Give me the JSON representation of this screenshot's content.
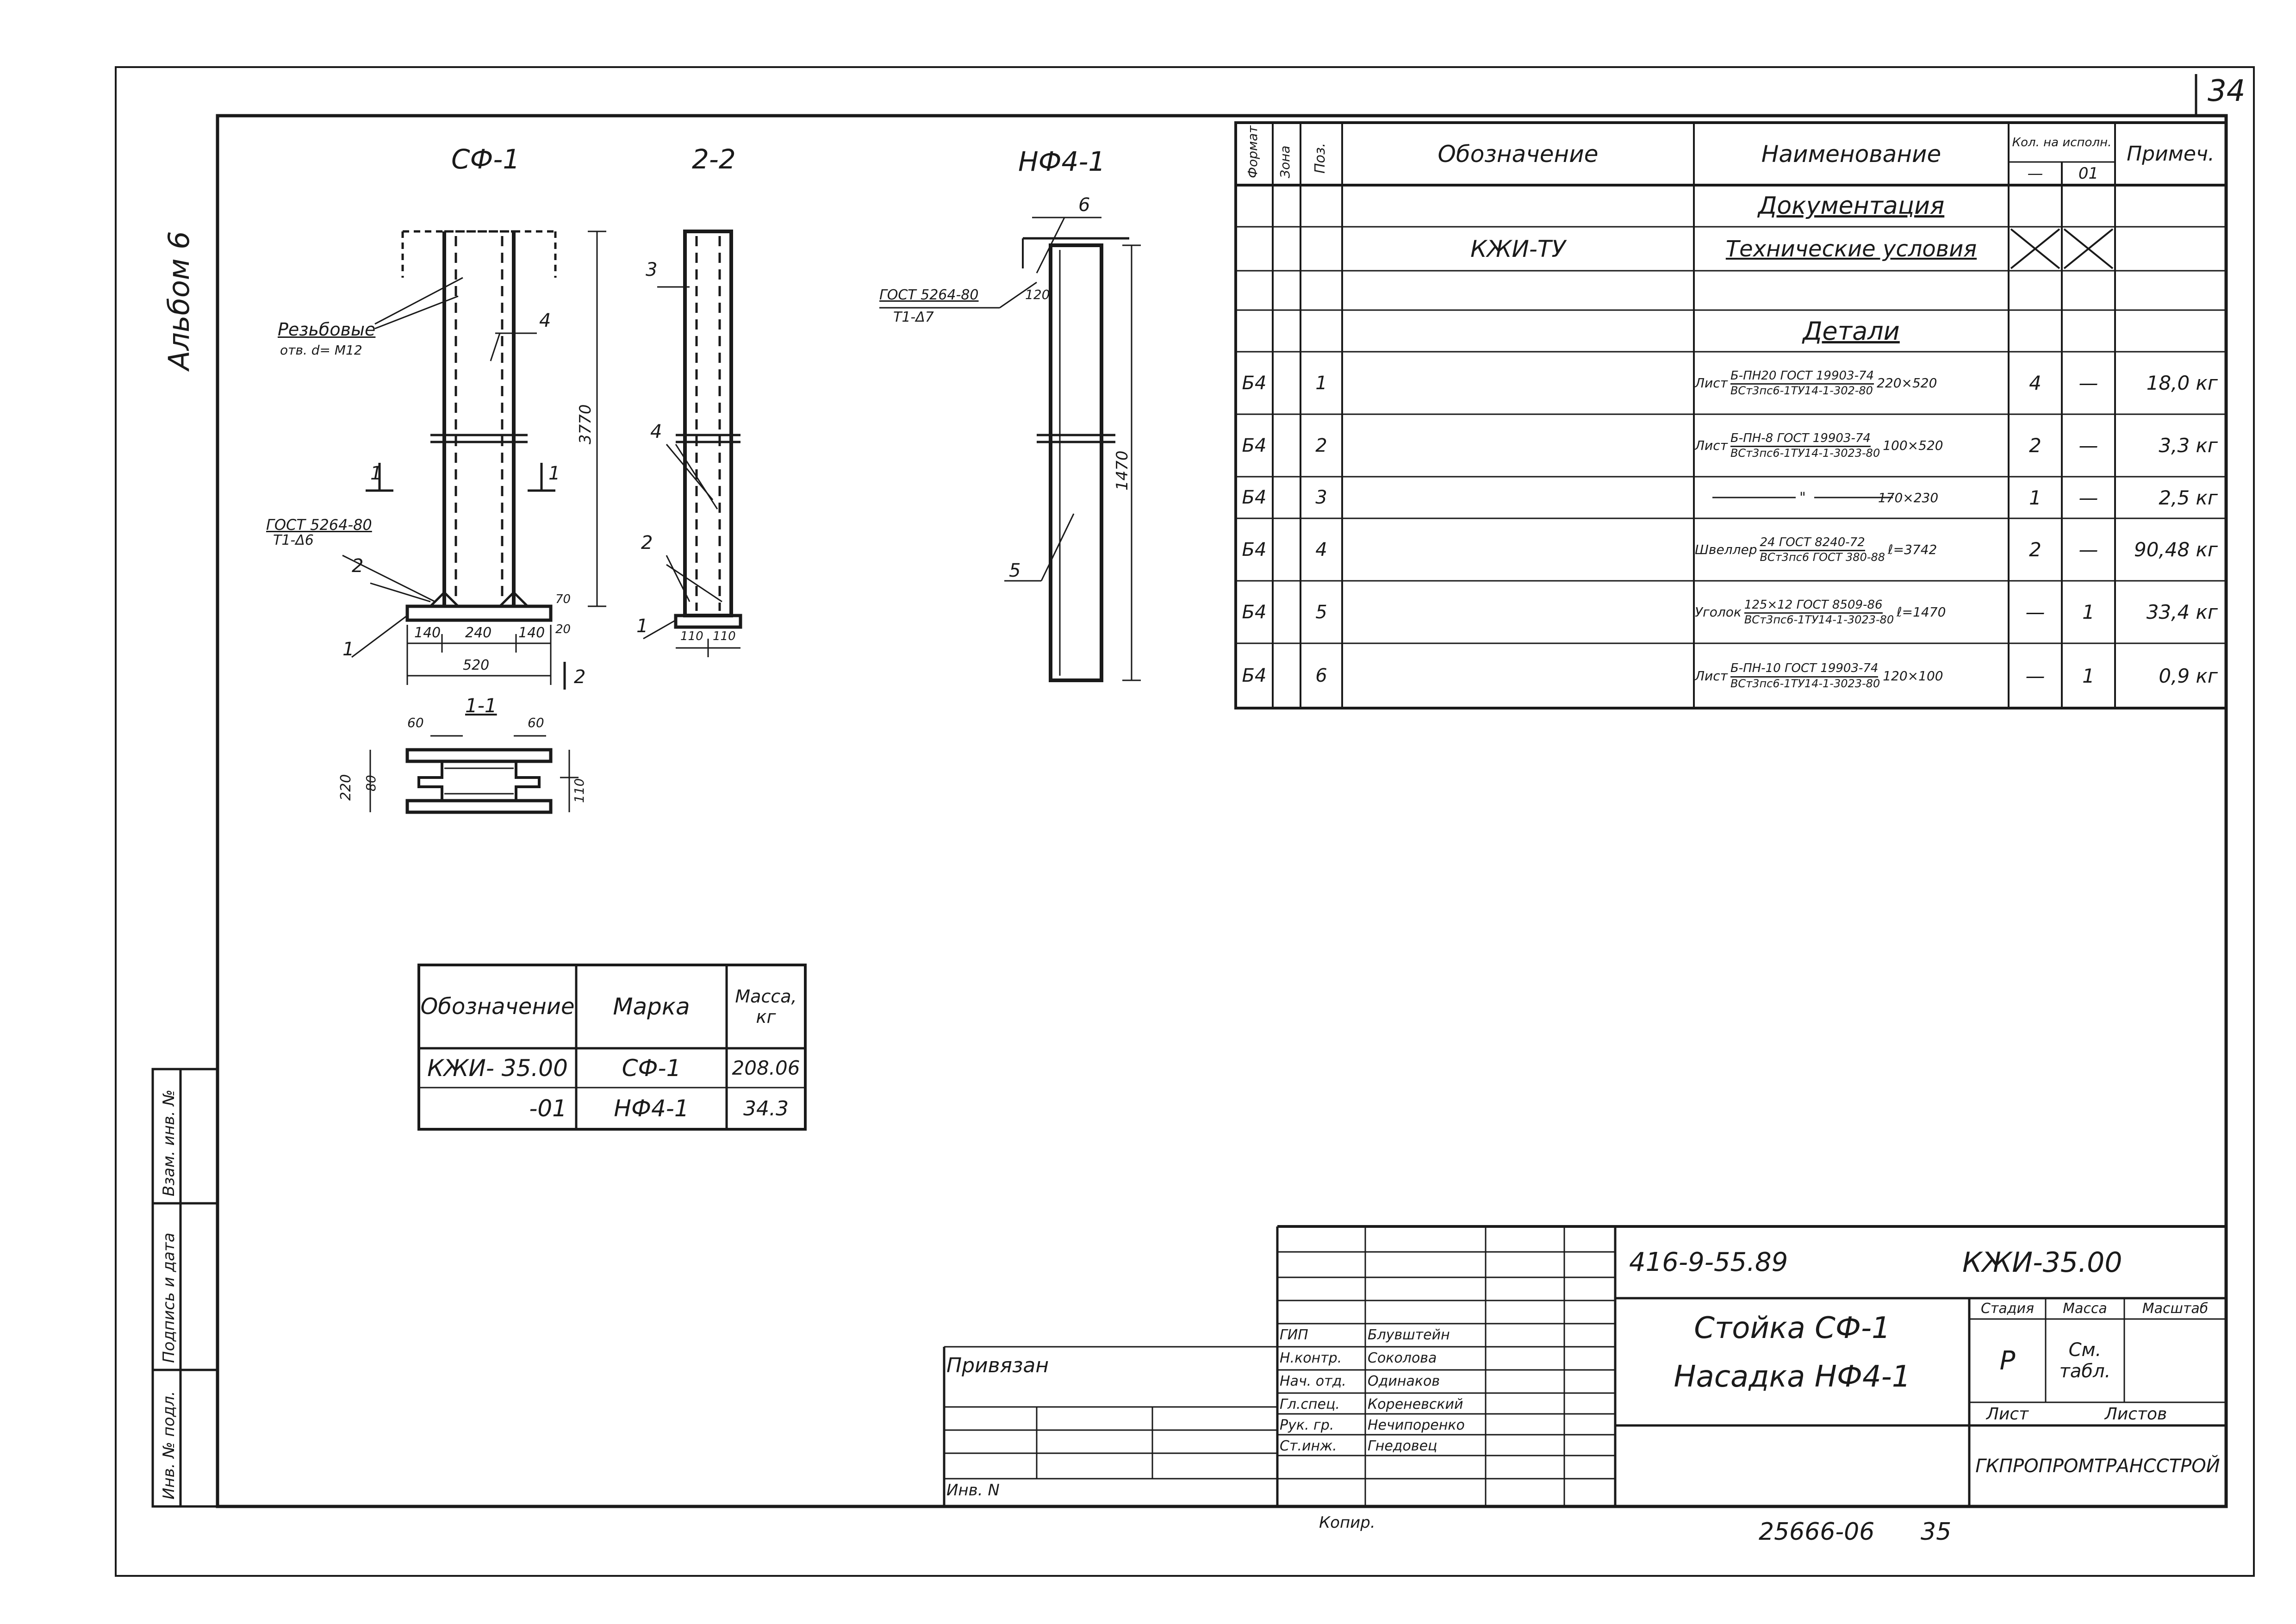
{
  "page_number": "34",
  "album_label": "Альбом 6",
  "views": {
    "sf1_title": "СФ-1",
    "section22_title": "2-2",
    "nf41_title": "НФ4-1",
    "section11_title": "1-1"
  },
  "callouts": {
    "threaded": "Резьбовые",
    "threaded_sub": "отв. d= M12",
    "gost_weld_sf": "ГОСТ 5264-80",
    "gost_weld_sf_sub": "Т1-Δ6",
    "gost_weld_nf": "ГОСТ 5264-80",
    "gost_weld_nf_sub": "Т1-Δ7",
    "dim_120": "120",
    "pos1": "1",
    "pos2": "2",
    "pos3": "3",
    "pos4": "4",
    "pos5": "5",
    "pos6": "6",
    "sec1_left": "1",
    "sec1_right": "1",
    "sec2_right": "2"
  },
  "dimensions": {
    "h_3770": "3770",
    "h_1470": "1470",
    "d_140a": "140",
    "d_240": "240",
    "d_140b": "140",
    "d_520": "520",
    "d_20": "20",
    "d_70": "70",
    "d_110a": "110",
    "d_110b": "110",
    "d_60a": "60",
    "d_60b": "60",
    "d_220": "220",
    "d_80": "80",
    "d_110c": "110"
  },
  "mark_table": {
    "headers": [
      "Обозначение",
      "Марка",
      "Масса, кг"
    ],
    "rows": [
      [
        "КЖИ- 35.00",
        "СФ-1",
        "208.06"
      ],
      [
        "-01",
        "НФ4-1",
        "34.3"
      ]
    ]
  },
  "spec_table": {
    "headers": {
      "format": "Формат",
      "zone": "Зона",
      "pos": "Поз.",
      "designation": "Обозначение",
      "name": "Наименование",
      "qty": "Кол. на исполн.",
      "qty_a": "—",
      "qty_b": "01",
      "note": "Примеч."
    },
    "section_doc": "Документация",
    "doc_row": {
      "designation": "КЖИ-ТУ",
      "name": "Технические условия"
    },
    "section_parts": "Детали",
    "rows": [
      {
        "fmt": "Б4",
        "pos": "1",
        "prefix": "Лист",
        "num": "Б-ПН20 ГОСТ 19903-74",
        "den": "ВСт3пс6-1ТУ14-1-302-80",
        "size": "220×520",
        "qa": "4",
        "qb": "—",
        "note": "18,0 кг"
      },
      {
        "fmt": "Б4",
        "pos": "2",
        "prefix": "Лист",
        "num": "Б-ПН-8 ГОСТ 19903-74",
        "den": "ВСт3пс6-1ТУ14-1-3023-80",
        "size": "100×520",
        "qa": "2",
        "qb": "—",
        "note": "3,3 кг"
      },
      {
        "fmt": "Б4",
        "pos": "3",
        "prefix": "",
        "num": "",
        "den": "",
        "size": "170×230",
        "qa": "1",
        "qb": "—",
        "note": "2,5 кг",
        "ditto": "\""
      },
      {
        "fmt": "Б4",
        "pos": "4",
        "prefix": "Швеллер",
        "num": "24 ГОСТ 8240-72",
        "den": "ВСт3пс6 ГОСТ 380-88",
        "size": "ℓ=3742",
        "qa": "2",
        "qb": "—",
        "note": "90,48 кг"
      },
      {
        "fmt": "Б4",
        "pos": "5",
        "prefix": "Уголок",
        "num": "125×12 ГОСТ 8509-86",
        "den": "ВСт3пс6-1ТУ14-1-3023-80",
        "size": "ℓ=1470",
        "qa": "—",
        "qb": "1",
        "note": "33,4 кг"
      },
      {
        "fmt": "Б4",
        "pos": "6",
        "prefix": "Лист",
        "num": "Б-ПН-10 ГОСТ 19903-74",
        "den": "ВСт3пс6-1ТУ14-1-3023-80",
        "size": "120×100",
        "qa": "—",
        "qb": "1",
        "note": "0,9 кг"
      }
    ]
  },
  "side_stamp": {
    "inv_orig": "Инв. № подл.",
    "sign_date": "Подпись и дата",
    "inv_repl": "Взам. инв. №"
  },
  "title_block": {
    "project": "416-9-55.89",
    "code": "КЖИ-35.00",
    "title1": "Стойка СФ-1",
    "title2": "Насадка НФ4-1",
    "stage_label": "Стадия",
    "mass_label": "Масса",
    "scale_label": "Масштаб",
    "stage": "Р",
    "mass_value": "См. табл.",
    "sheet_label": "Лист",
    "sheets_label": "Листов",
    "org": "ГКПРОПРОМТРАНССТРОЙ",
    "privyazan": "Привязан",
    "inv_n": "Инв. N",
    "roles": [
      {
        "role": "ГИП",
        "name": "Блувштейн"
      },
      {
        "role": "Н.контр.",
        "name": "Соколова"
      },
      {
        "role": "Нач. отд.",
        "name": "Одинаков"
      },
      {
        "role": "Гл.спец.",
        "name": "Кореневский"
      },
      {
        "role": "Рук. гр.",
        "name": "Нечипоренко"
      },
      {
        "role": "Ст.инж.",
        "name": "Гнедовец"
      }
    ]
  },
  "footer": {
    "copied": "Копир.",
    "archive": "25666-06",
    "sheet_no": "35"
  }
}
